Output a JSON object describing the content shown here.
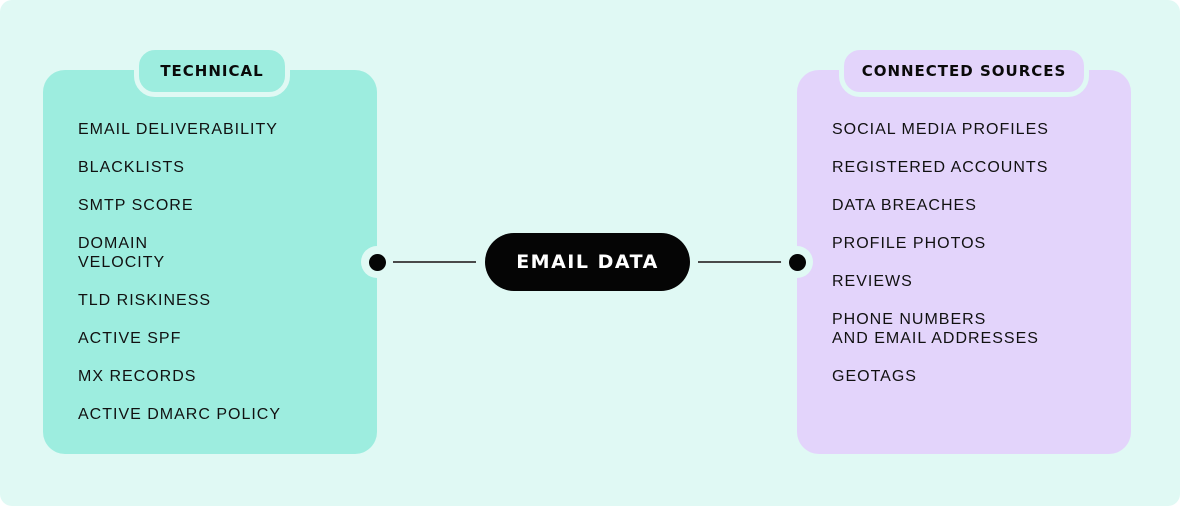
{
  "center": {
    "label": "EMAIL DATA"
  },
  "technical": {
    "title": "TECHNICAL",
    "items": [
      "EMAIL DELIVERABILITY",
      "BLACKLISTS",
      "SMTP SCORE",
      "DOMAIN\nVELOCITY",
      "TLD RISKINESS",
      "ACTIVE SPF",
      "MX RECORDS",
      "ACTIVE DMARC POLICY"
    ]
  },
  "connected": {
    "title": "CONNECTED SOURCES",
    "items": [
      "SOCIAL MEDIA PROFILES",
      "REGISTERED ACCOUNTS",
      "DATA BREACHES",
      "PROFILE PHOTOS",
      "REVIEWS",
      "PHONE NUMBERS\nAND EMAIL ADDRESSES",
      "GEOTAGS"
    ]
  },
  "colors": {
    "background": "#e0f9f4",
    "technical_panel": "#9deddf",
    "connected_panel": "#e3d4fb",
    "center_pill": "#050505"
  }
}
